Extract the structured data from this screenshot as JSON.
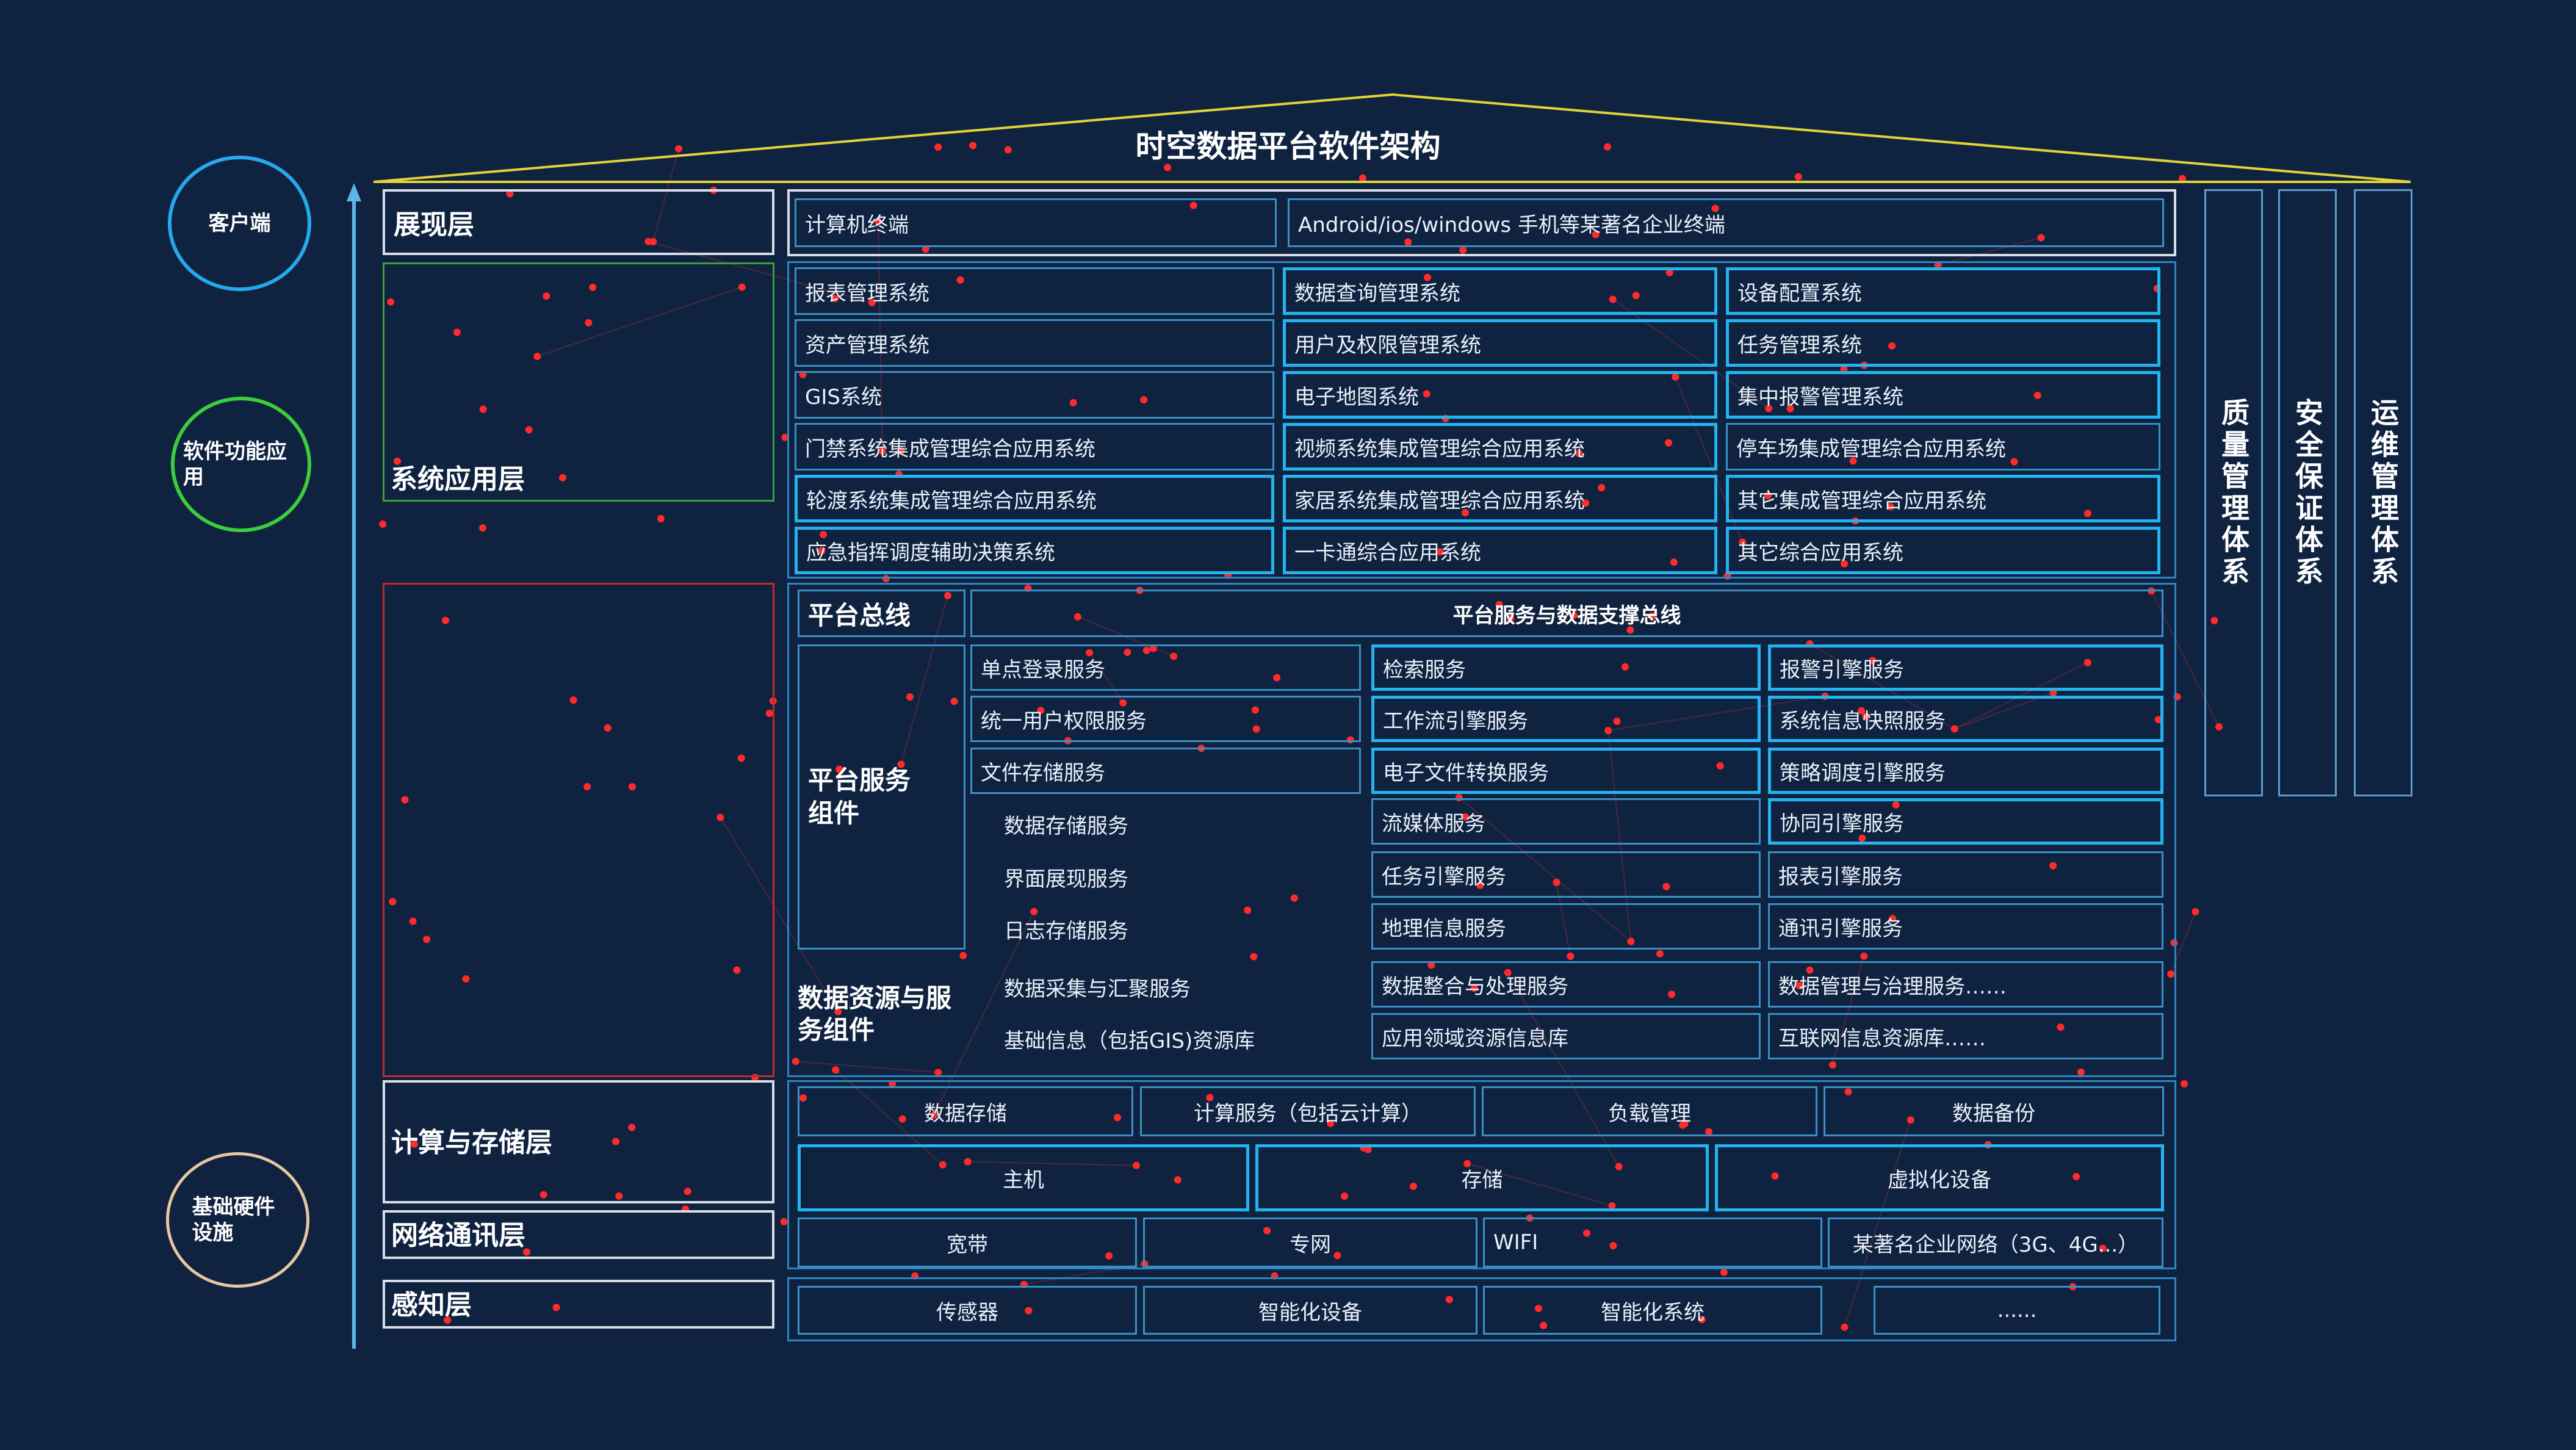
{
  "title": "时空数据平台软件架构",
  "colors": {
    "background": "#0f2340",
    "roof_line": "#e3d23a",
    "client_circle": "#27a8ec",
    "software_circle": "#3ccd3c",
    "hardware_circle": "#e6c8a0",
    "app_layer_border": "#3b9e3b",
    "data_layer_border": "#c02a2a",
    "cell_border": "#3a8fc7",
    "cell_border_bright": "#25b3f0",
    "network_dots": "#ff2a2a"
  },
  "side_groups": [
    {
      "label": "客户端"
    },
    {
      "label": "软件功能应用"
    },
    {
      "label": "基础硬件设施"
    }
  ],
  "layers": {
    "presentation": "展现层",
    "system_app": "系统应用层",
    "compute_storage": "计算与存储层",
    "network": "网络通讯层",
    "perception": "感知层"
  },
  "presentation_cells": [
    "计算机终端",
    "Android/ios/windows 手机等某著名企业终端"
  ],
  "app_cells": {
    "col1": [
      "报表管理系统",
      "资产管理系统",
      "GIS系统",
      "门禁系统集成管理综合应用系统",
      "轮渡系统集成管理综合应用系统",
      "应急指挥调度辅助决策系统"
    ],
    "col2": [
      "数据查询管理系统",
      "用户及权限管理系统",
      "电子地图系统",
      "视频系统集成管理综合应用系统",
      "家居系统集成管理综合应用系统",
      "一卡通综合应用系统"
    ],
    "col3": [
      "设备配置系统",
      "任务管理系统",
      "集中报警管理系统",
      "停车场集成管理综合应用系统",
      "其它集成管理综合应用系统",
      "其它综合应用系统"
    ]
  },
  "platform": {
    "bus_label": "平台总线",
    "bus_bar": "平台服务与数据支撑总线",
    "service_label": "平台服务组件",
    "data_label": "数据资源与服务组件",
    "col1": [
      "单点登录服务",
      "统一用户权限服务",
      "文件存储服务",
      "数据存储服务",
      "界面展现服务",
      "日志存储服务",
      "数据采集与汇聚服务",
      "基础信息（包括GIS)资源库"
    ],
    "col2": [
      "检索服务",
      "工作流引擎服务",
      "电子文件转换服务",
      "流媒体服务",
      "任务引擎服务",
      "地理信息服务",
      "数据整合与处理服务",
      "应用领域资源信息库"
    ],
    "col3": [
      "报警引擎服务",
      "系统信息快照服务",
      "策略调度引擎服务",
      "协同引擎服务",
      "报表引擎服务",
      "通讯引擎服务",
      "数据管理与治理服务……",
      "互联网信息资源库……"
    ]
  },
  "compute_row1": [
    "数据存储",
    "计算服务（包括云计算）",
    "负载管理",
    "数据备份"
  ],
  "compute_row2": [
    "主机",
    "存储",
    "虚拟化设备"
  ],
  "network_cells": [
    "宽带",
    "专网",
    "WIFI",
    "某著名企业网络（3G、4G...）"
  ],
  "perception_cells": [
    "传感器",
    "智能化设备",
    "智能化系统",
    "......"
  ],
  "side_columns": [
    "质量管理体系",
    "安全保证体系",
    "运维管理体系"
  ]
}
